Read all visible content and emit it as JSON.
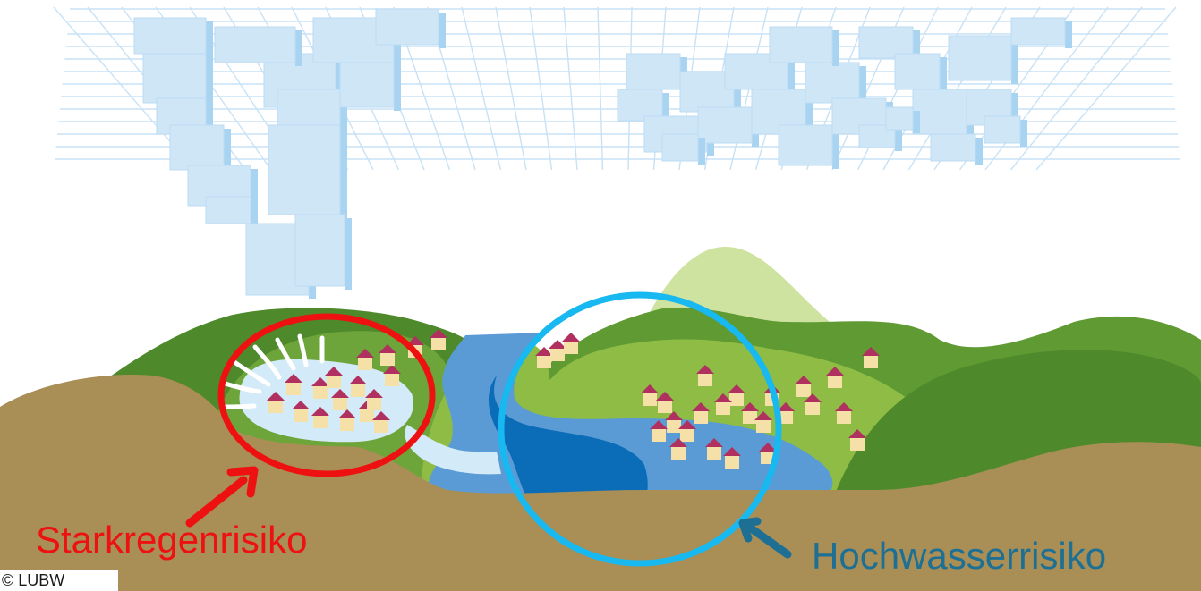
{
  "labels": {
    "left": "Starkregenrisiko",
    "right": "Hochwasserrisiko"
  },
  "copyright": "© LUBW",
  "colors": {
    "cloud_face": "#cfe6f7",
    "cloud_side": "#a9d4f1",
    "cloud_grid": "#bcdcf3",
    "ground": "#a98e55",
    "hill_dark": "#4e8a2c",
    "hill_mid": "#6da53a",
    "hill_light": "#8ebc45",
    "mountain": "#cfe3a1",
    "river": "#5b9bd5",
    "river_deep": "#0b6cb7",
    "puddle": "#d3ebf8",
    "house_wall": "#f5e0a8",
    "house_roof": "#b0305f",
    "circle_left": "#ee1111",
    "circle_right": "#18b8f0",
    "arrow_left": "#ee1111",
    "arrow_right": "#1d6f94",
    "text_left": "#ee1111",
    "text_right": "#1d6f94"
  }
}
